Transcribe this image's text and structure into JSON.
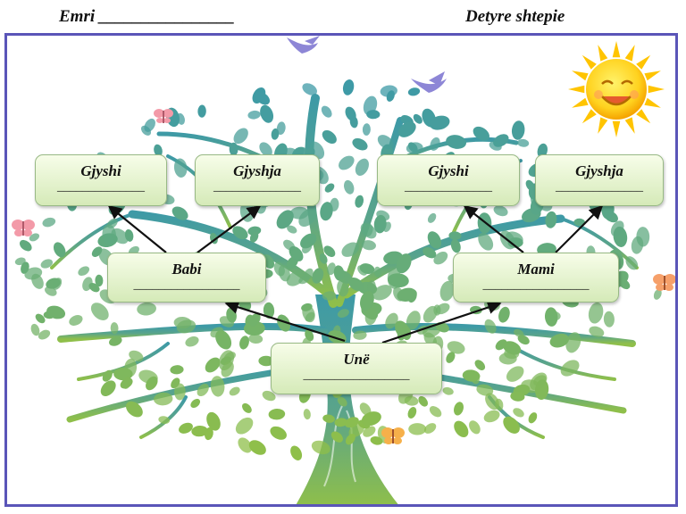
{
  "header": {
    "name_label": "Emri ________________",
    "title": "Detyre shtepie"
  },
  "boxes": {
    "gjyshi_left": {
      "label": "Gjyshi",
      "blank": "______________"
    },
    "gjyshja_left": {
      "label": "Gjyshja",
      "blank": "______________"
    },
    "gjyshi_right": {
      "label": "Gjyshi",
      "blank": "______________"
    },
    "gjyshja_right": {
      "label": "Gjyshja",
      "blank": "______________"
    },
    "babi": {
      "label": "Babi",
      "blank": "_________________"
    },
    "mami": {
      "label": "Mami",
      "blank": "_________________"
    },
    "une": {
      "label": "Unë",
      "blank": "_________________"
    }
  },
  "colors": {
    "frame": "#5a55b8",
    "leaf_top": "#3e9aa6",
    "leaf_bottom": "#8fbf4a",
    "sun": "#ffd21f",
    "box_fill": "#e6f4cf",
    "arrow": "#111111"
  },
  "decorations": [
    "bird-icon",
    "butterfly-icon",
    "sun-icon",
    "tree-illustration"
  ]
}
